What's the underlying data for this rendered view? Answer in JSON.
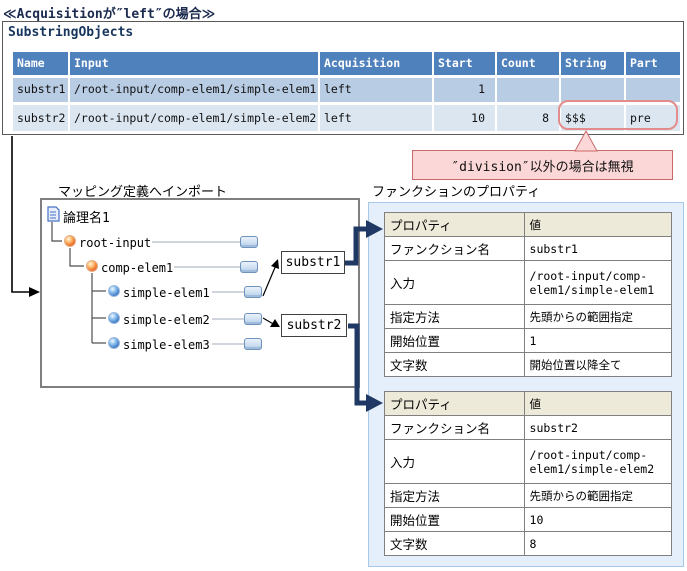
{
  "title": "≪Acquisitionが″left″の場合≫",
  "substring_table": {
    "title": "SubstringObjects",
    "columns": [
      "Name",
      "Input",
      "Acquisition",
      "Start",
      "Count",
      "String",
      "Part"
    ],
    "rows": [
      [
        "substr1",
        "/root-input/comp-elem1/simple-elem1",
        "left",
        "1",
        "",
        "",
        ""
      ],
      [
        "substr2",
        "/root-input/comp-elem1/simple-elem2",
        "left",
        "10",
        "8",
        "$$$",
        "pre"
      ]
    ]
  },
  "annotation": {
    "text": "″division″以外の場合は無視"
  },
  "mapping": {
    "label": "マッピング定義へインポート",
    "root": "論理名1",
    "nodes": [
      {
        "name": "root-input"
      },
      {
        "name": "comp-elem1"
      },
      {
        "name": "simple-elem1"
      },
      {
        "name": "simple-elem2"
      },
      {
        "name": "simple-elem3"
      }
    ],
    "function_boxes": [
      {
        "label": "substr1"
      },
      {
        "label": "substr2"
      }
    ]
  },
  "properties": {
    "label": "ファンクションのプロパティ",
    "tables": [
      {
        "header": [
          "プロパティ",
          "値"
        ],
        "rows": [
          [
            "ファンクション名",
            "substr1"
          ],
          [
            "入力",
            "/root-input/comp-elem1/simple-elem1"
          ],
          [
            "指定方法",
            "先頭からの範囲指定"
          ],
          [
            "開始位置",
            "1"
          ],
          [
            "文字数",
            "開始位置以降全て"
          ]
        ]
      },
      {
        "header": [
          "プロパティ",
          "値"
        ],
        "rows": [
          [
            "ファンクション名",
            "substr2"
          ],
          [
            "入力",
            "/root-input/comp-elem1/simple-elem2"
          ],
          [
            "指定方法",
            "先頭からの範囲指定"
          ],
          [
            "開始位置",
            "10"
          ],
          [
            "文字数",
            "8"
          ]
        ]
      }
    ]
  },
  "colors": {
    "table_header": "#4f81bd",
    "row_odd": "#b8cce4",
    "row_even": "#dce6f1",
    "connector_navy": "#1f3864",
    "highlight_border": "#e38c8c",
    "annotation_bg": "#fbd7d7",
    "annotation_border": "#c96a6a",
    "panel_bg": "#e4effb",
    "prop_header_bg": "#eeeada"
  }
}
